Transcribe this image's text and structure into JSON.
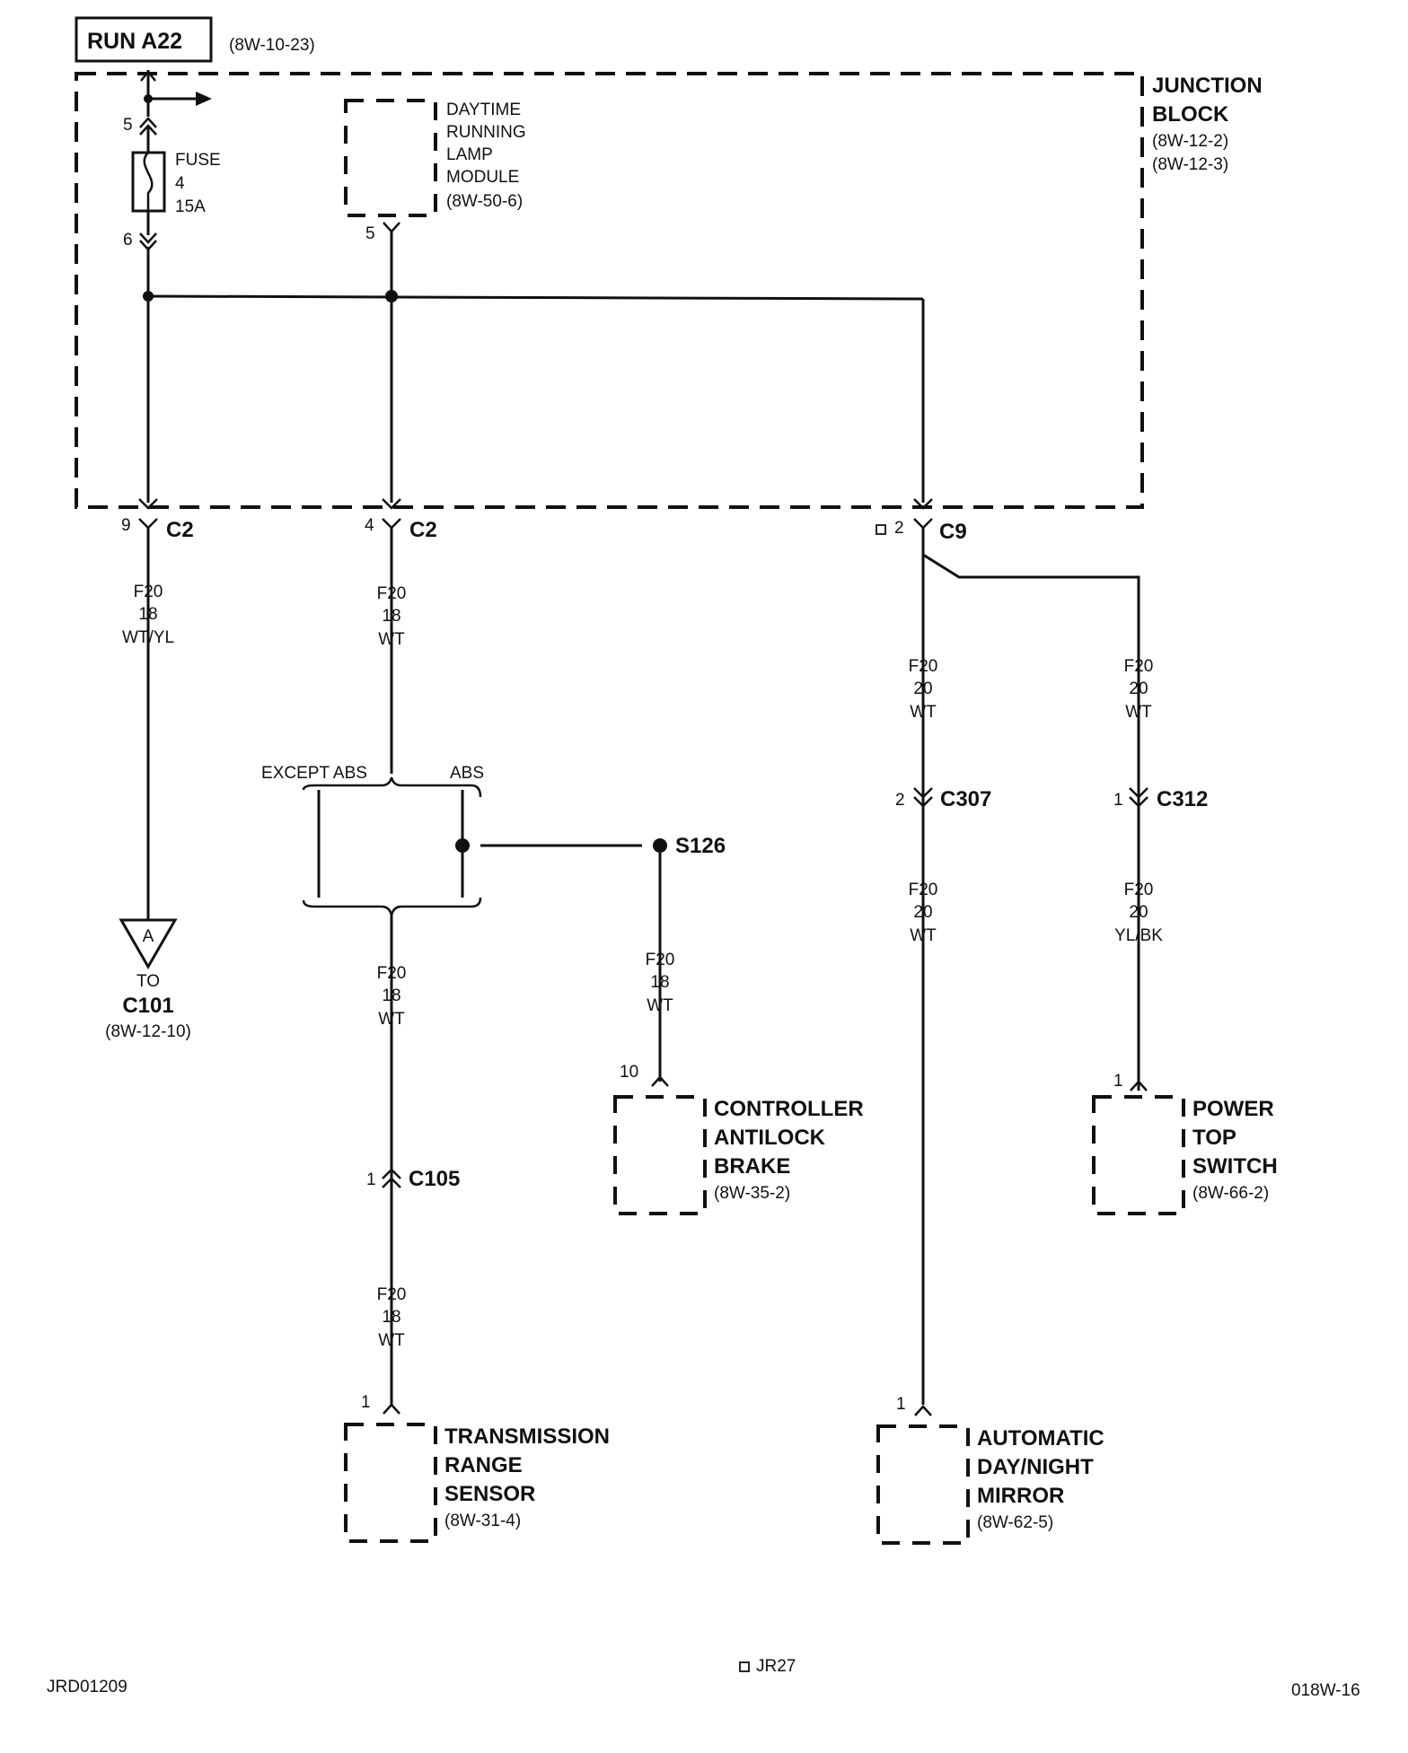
{
  "header": {
    "circuit_label": "RUN A22",
    "circuit_ref": "(8W-10-23)"
  },
  "junction_block": {
    "title_line1": "JUNCTION",
    "title_line2": "BLOCK",
    "ref1": "(8W-12-2)",
    "ref2": "(8W-12-3)",
    "fuse": {
      "label": "FUSE",
      "number": "4",
      "rating": "15A",
      "pin_in": "5",
      "pin_out": "6"
    },
    "drl_module": {
      "line1": "DAYTIME",
      "line2": "RUNNING",
      "line3": "LAMP",
      "line4": "MODULE",
      "ref": "(8W-50-6)",
      "pin": "5"
    }
  },
  "connectors": {
    "c2_left": {
      "pin": "9",
      "name": "C2"
    },
    "c2_mid": {
      "pin": "4",
      "name": "C2"
    },
    "c9": {
      "pin": "2",
      "name": "C9"
    },
    "c307": {
      "pin": "2",
      "name": "C307"
    },
    "c312": {
      "pin": "1",
      "name": "C312"
    },
    "c105": {
      "pin": "1",
      "name": "C105"
    },
    "s126": {
      "name": "S126"
    }
  },
  "wires": {
    "w1": {
      "circuit": "F20",
      "gauge": "18",
      "color": "WT/YL"
    },
    "w2": {
      "circuit": "F20",
      "gauge": "18",
      "color": "WT"
    },
    "w3": {
      "circuit": "F20",
      "gauge": "20",
      "color": "WT"
    },
    "w4": {
      "circuit": "F20",
      "gauge": "20",
      "color": "WT"
    },
    "w5": {
      "circuit": "F20",
      "gauge": "18",
      "color": "WT"
    },
    "w6": {
      "circuit": "F20",
      "gauge": "18",
      "color": "WT"
    },
    "w7": {
      "circuit": "F20",
      "gauge": "20",
      "color": "WT"
    },
    "w8": {
      "circuit": "F20",
      "gauge": "20",
      "color": "YL/BK"
    },
    "w9": {
      "circuit": "F20",
      "gauge": "18",
      "color": "WT"
    }
  },
  "options": {
    "except_abs": "EXCEPT ABS",
    "abs": "ABS"
  },
  "offpage": {
    "letter": "A",
    "to": "TO",
    "connector": "C101",
    "ref": "(8W-12-10)"
  },
  "components": {
    "cab": {
      "line1": "CONTROLLER",
      "line2": "ANTILOCK",
      "line3": "BRAKE",
      "ref": "(8W-35-2)",
      "pin": "10"
    },
    "pts": {
      "line1": "POWER",
      "line2": "TOP",
      "line3": "SWITCH",
      "ref": "(8W-66-2)",
      "pin": "1"
    },
    "trs": {
      "line1": "TRANSMISSION",
      "line2": "RANGE",
      "line3": "SENSOR",
      "ref": "(8W-31-4)",
      "pin": "1"
    },
    "adm": {
      "line1": "AUTOMATIC",
      "line2": "DAY/NIGHT",
      "line3": "MIRROR",
      "ref": "(8W-62-5)",
      "pin": "1"
    }
  },
  "footer": {
    "left_code": "JRD01209",
    "center_code": "JR27",
    "right_code": "018W-16"
  }
}
